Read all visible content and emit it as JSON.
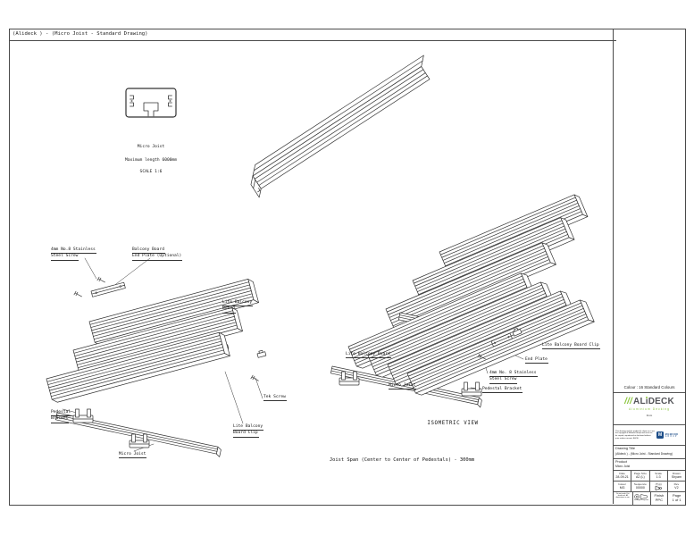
{
  "header": {
    "title": "(Alideck ) - (Micro Joist - Standard Drawing)"
  },
  "profile_view": {
    "name": "Micro Joist",
    "max_length": "Maximum length 6000mm",
    "scale": "SCALE 1:6"
  },
  "left_view": {
    "labels": {
      "screw1": "4mm No.8 Stainless",
      "screw2": "Steel Screw",
      "endplate1": "Balcony Board",
      "endplate2": "End Plate (Optional)",
      "board1": "Lite Balcony",
      "board2": "Board",
      "tek": "Tek Screw",
      "clip1": "Lite Balcony",
      "clip2": "Board Clip",
      "bracket1": "Pedestal",
      "bracket2": "Bracket",
      "joist": "Micro Joist"
    }
  },
  "right_view": {
    "labels": {
      "board": "Lite Balcony Board",
      "joist": "Micro Joist",
      "bracket": "Pedestal Bracket",
      "screw1": "4mm No. 8 Stainless",
      "screw2": "Steel Screw",
      "endplate": "End Plate",
      "clip": "Lite Balcony Board Clip"
    },
    "caption": "ISOMETRIC VIEW"
  },
  "footer_note": "Joist Span (Center to Center of Pedestals) - 300mm",
  "title_block": {
    "colour_header": "Colour : 16 Standard Colours",
    "brand": {
      "slashes": "///",
      "name_pre": "AL",
      "name_i": "i",
      "name_post": "DECK",
      "tagline": "Aluminium Decking",
      "from": "From"
    },
    "disclaimer": "This drawing and the product(s) shown on it are the copyright of Milwood Group and must not be copied, reproduced or disclosed without prior written consent. E&OE.",
    "partner": {
      "initial": "M",
      "line1": "MILWOOD",
      "line2": "GROUP"
    },
    "drawing_title": {
      "label": "Drawing Title",
      "value": "(Alideck ) - (Micro Joist - Standard Drawing)"
    },
    "product": {
      "label": "Product",
      "value": "Micro Joist"
    },
    "fields_row1": [
      {
        "label": "Date",
        "value": "28-09-21"
      },
      {
        "label": "Page Size",
        "value": "A2 (L)"
      },
      {
        "label": "Scale",
        "value": "1:3"
      },
      {
        "label": "Drawn",
        "value": "Shyam"
      }
    ],
    "fields_row2": [
      {
        "label": "Issuer",
        "value": "MG"
      },
      {
        "label": "Sequence",
        "value": "00000"
      },
      {
        "label": "(Typ)",
        "value": ""
      },
      {
        "label": "Rev",
        "value": "V2"
      }
    ],
    "notes": "Do not scale. If in doubt ask. All dimensions in mm.",
    "projection_caption": "3rd Angle Projection",
    "finish": {
      "label": "Finish",
      "value": "PPC"
    },
    "page": {
      "label": "Page",
      "value": "1 of 1"
    }
  }
}
